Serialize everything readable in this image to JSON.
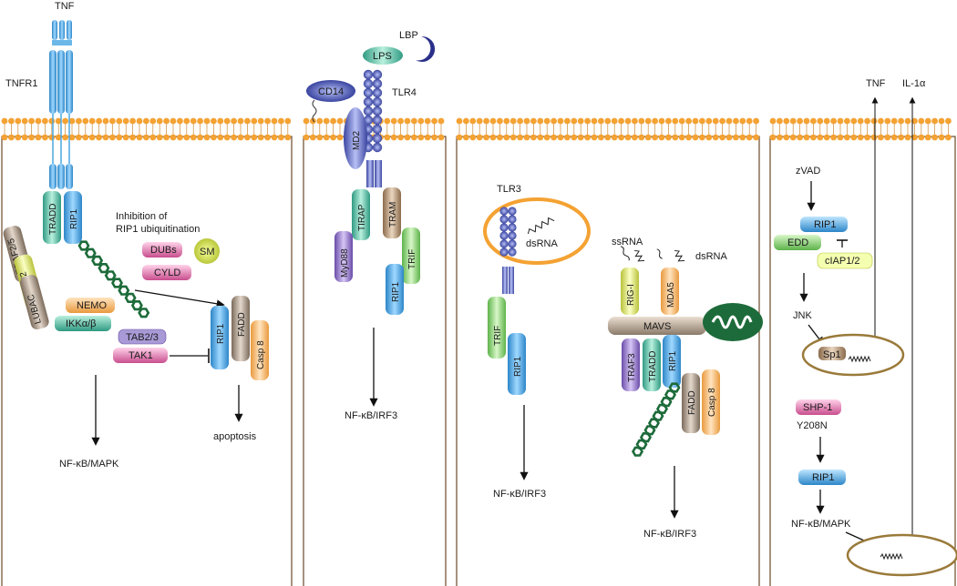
{
  "panel1": {
    "tnf": "TNF",
    "tnfr1": "TNFR1",
    "tradd": "TRADD",
    "rip1": "RIP1",
    "traf25": "TRAF2/5",
    "ciap12": "cIAP1/2",
    "lubac": "LUBAC",
    "inhibition_line1": "Inhibition of",
    "inhibition_line2": "RIP1 ubiquitination",
    "dubs": "DUBs",
    "sm": "SM",
    "cyld": "CYLD",
    "nemo": "NEMO",
    "ikk": "IKKα/β",
    "tab23": "TAB2/3",
    "tak1": "TAK1",
    "rip1_b": "RIP1",
    "fadd": "FADD",
    "casp8": "Casp 8",
    "apoptosis": "apoptosis",
    "nfkb_mapk": "NF-κB/MAPK"
  },
  "panel2": {
    "lbp": "LBP",
    "lps": "LPS",
    "cd14": "CD14",
    "tlr4": "TLR4",
    "md2": "MD2",
    "tirap": "TIRAP",
    "tram": "TRAM",
    "myd88": "MyD88",
    "trif": "TRIF",
    "rip1": "RIP1",
    "nfkb_irf3": "NF-κB/IRF3"
  },
  "panel3": {
    "tlr3": "TLR3",
    "dsrna": "dsRNA",
    "trif": "TRIF",
    "rip1": "RIP1",
    "nfkb_irf3": "NF-κB/IRF3",
    "ssrna": "ssRNA",
    "dsrna2": "dsRNA",
    "rigi": "RIG-I",
    "mda5": "MDA5",
    "mavs": "MAVS",
    "traf3": "TRAF3",
    "tradd": "TRADD",
    "rip1_b": "RIP1",
    "fadd": "FADD",
    "casp8": "Casp 8",
    "nfkb_irf3_b": "NF-κB/IRF3"
  },
  "panel4": {
    "tnf": "TNF",
    "il1a": "IL-1α",
    "zvad": "zVAD",
    "rip1": "RIP1",
    "edd": "EDD",
    "ciap12": "cIAP1/2",
    "jnk": "JNK",
    "sp1": "Sp1",
    "shp1": "SHP-1",
    "y208n": "Y208N",
    "rip1_b": "RIP1",
    "nfkb_mapk": "NF-κB/MAPK"
  },
  "colors": {
    "membrane_head": "#f4a233",
    "panel_border": "#6b4a2a",
    "tnf_blue": "#4aa7e0",
    "tlr_purple": "#4d56b0",
    "ubiquitin_green": "#1d6b3a",
    "nucleus_brown": "#9a7a3a",
    "tlr3_orange": "#f4a233"
  }
}
